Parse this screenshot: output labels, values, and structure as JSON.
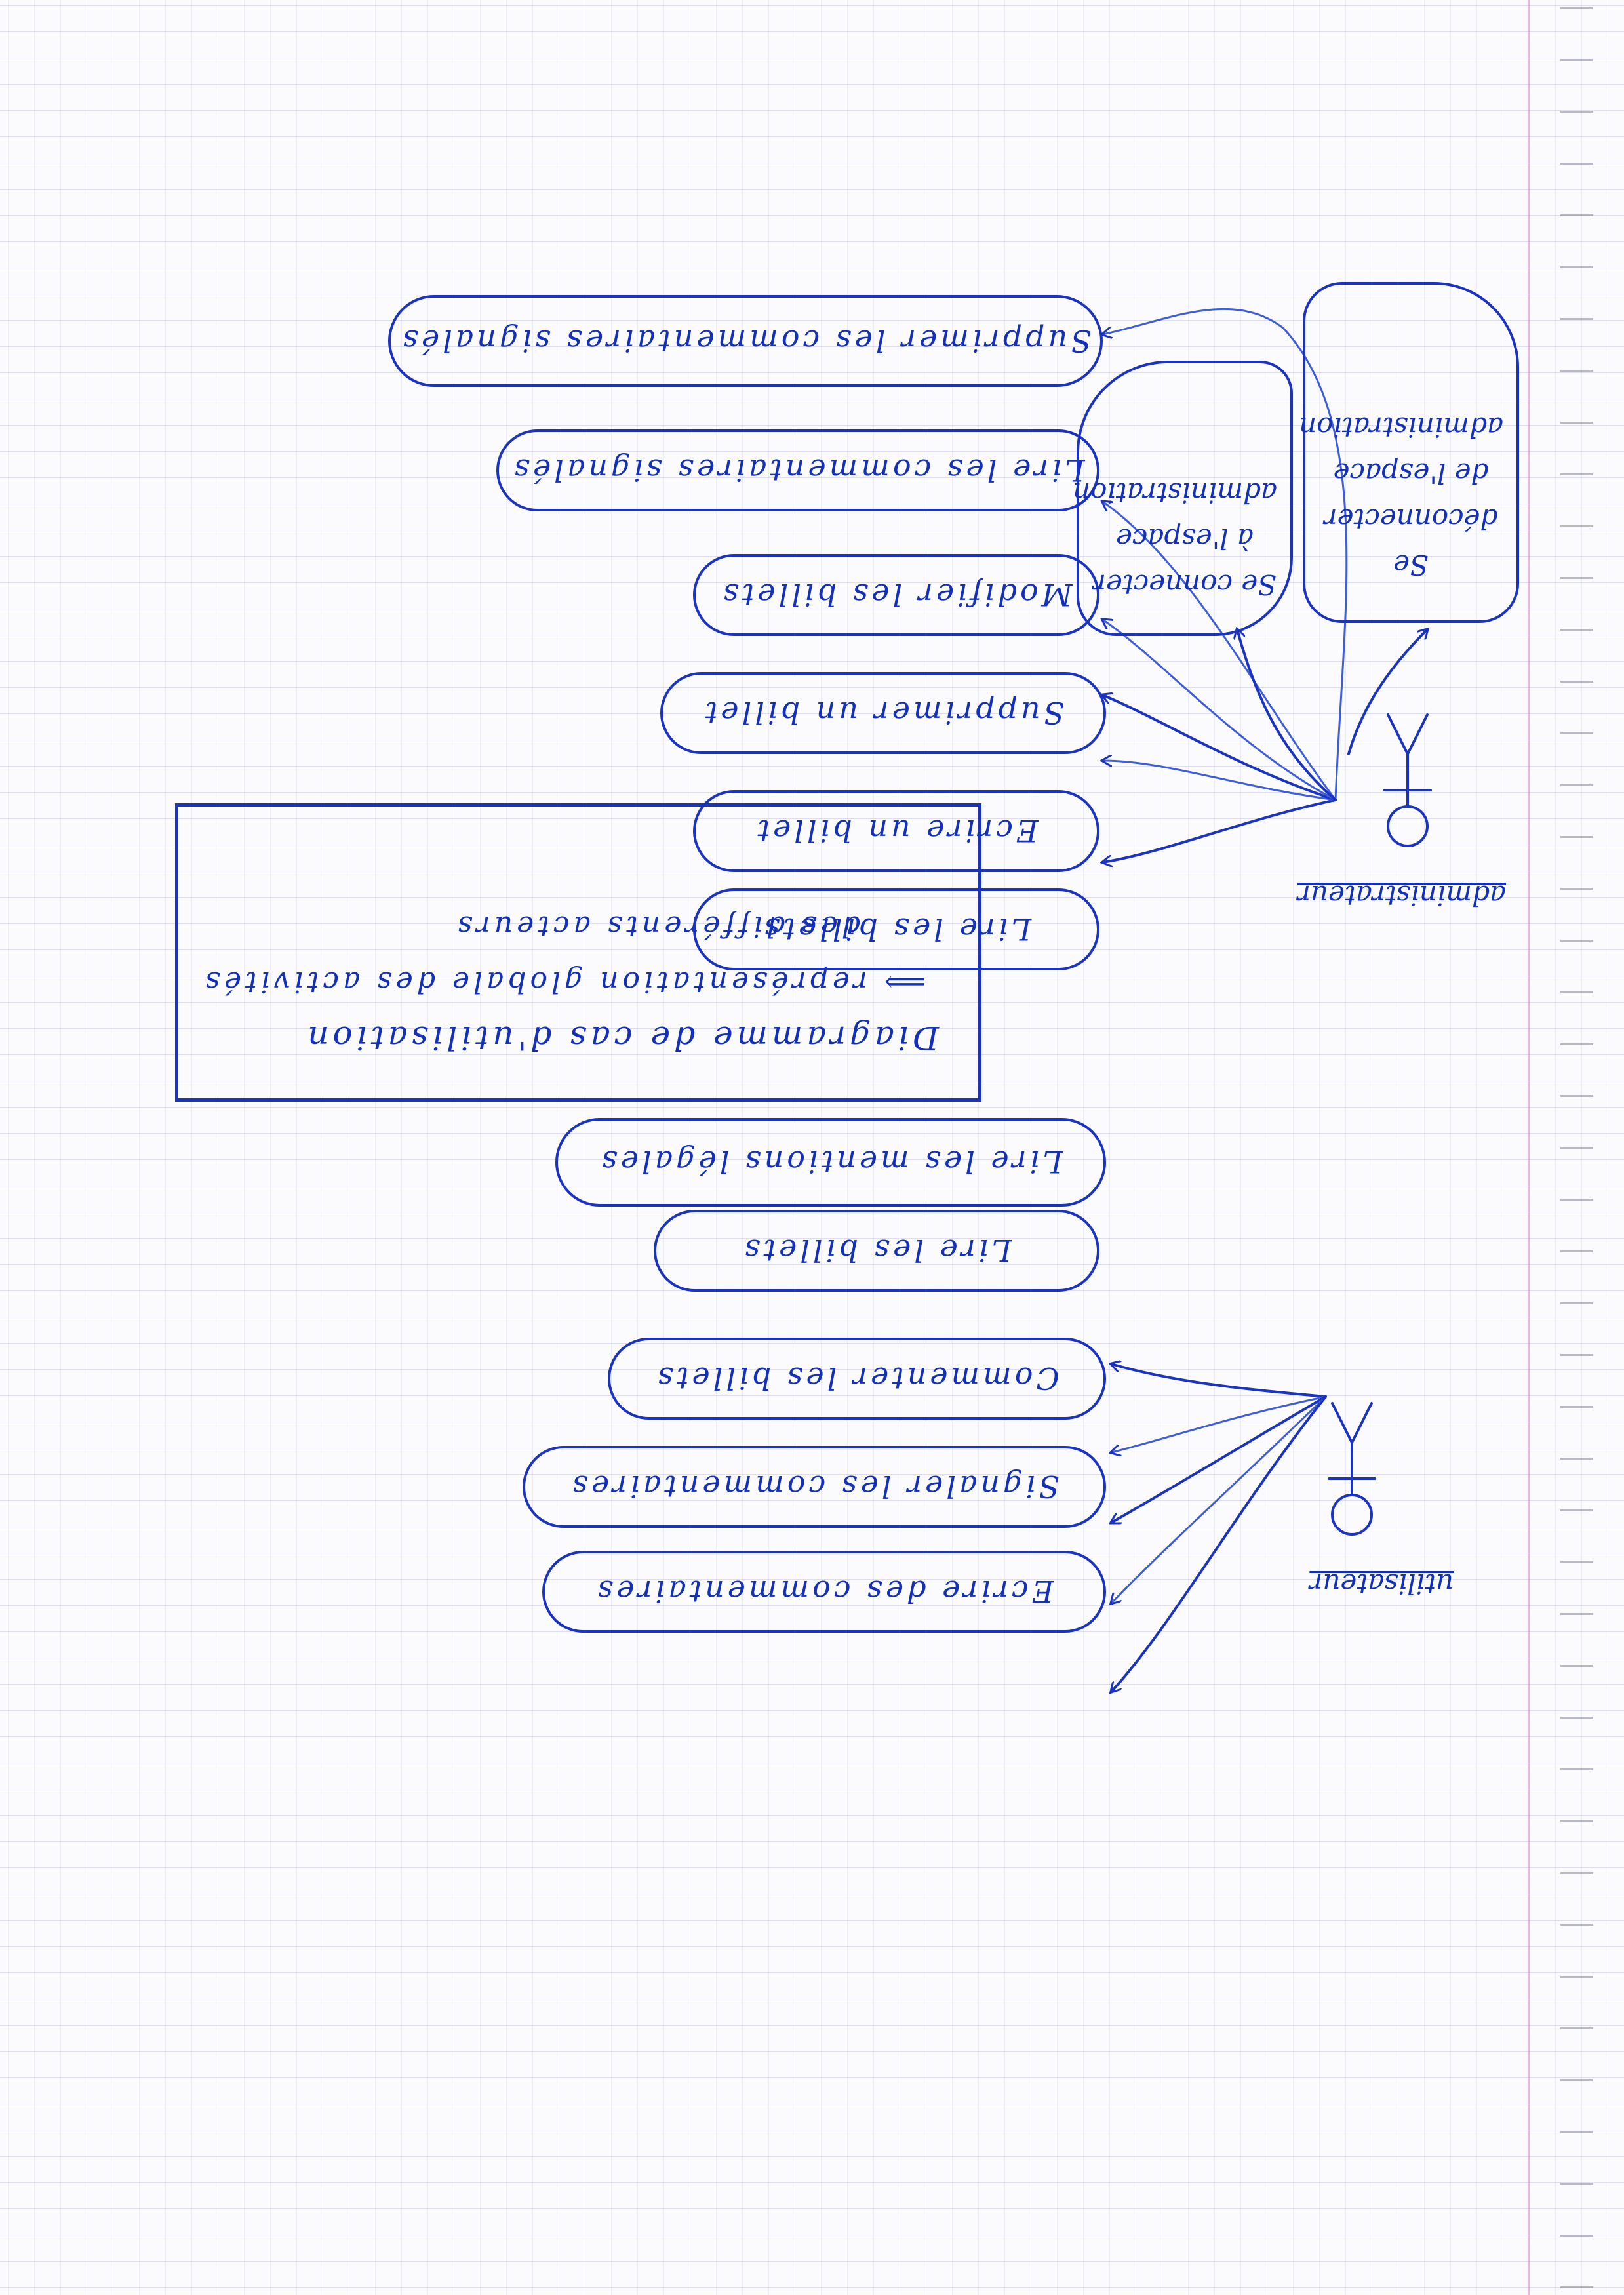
{
  "title": {
    "line1": "Diagramme de cas d'utilisation",
    "line2": "⟹ représentation globale des activités",
    "line3": "des différents acteurs"
  },
  "actors": {
    "user": {
      "label": "utilisateur"
    },
    "admin": {
      "label": "administrateur"
    }
  },
  "user_use_cases": [
    {
      "label": "Lire les mentions légales"
    },
    {
      "label": "Lire les billets"
    },
    {
      "label": "Commenter les billets"
    },
    {
      "label": "Signaler les commentaires"
    },
    {
      "label": "Ecrire des commentaires"
    }
  ],
  "admin_use_cases": [
    {
      "label": "Lire les billets"
    },
    {
      "label": "Ecrire un billet"
    },
    {
      "label": "Supprimer un billet"
    },
    {
      "label": "Modifier les billets"
    },
    {
      "label": "Lire les commentaires signalés"
    },
    {
      "label": "Supprimer les commentaires signalés"
    }
  ],
  "admin_space": {
    "login": "Se connecter à l'espace administration",
    "logout": "Se déconnecter de l'espace administration"
  },
  "colors": {
    "ink": "#1230b8",
    "grid": "#aaaacd",
    "margin": "#cda0cd"
  }
}
